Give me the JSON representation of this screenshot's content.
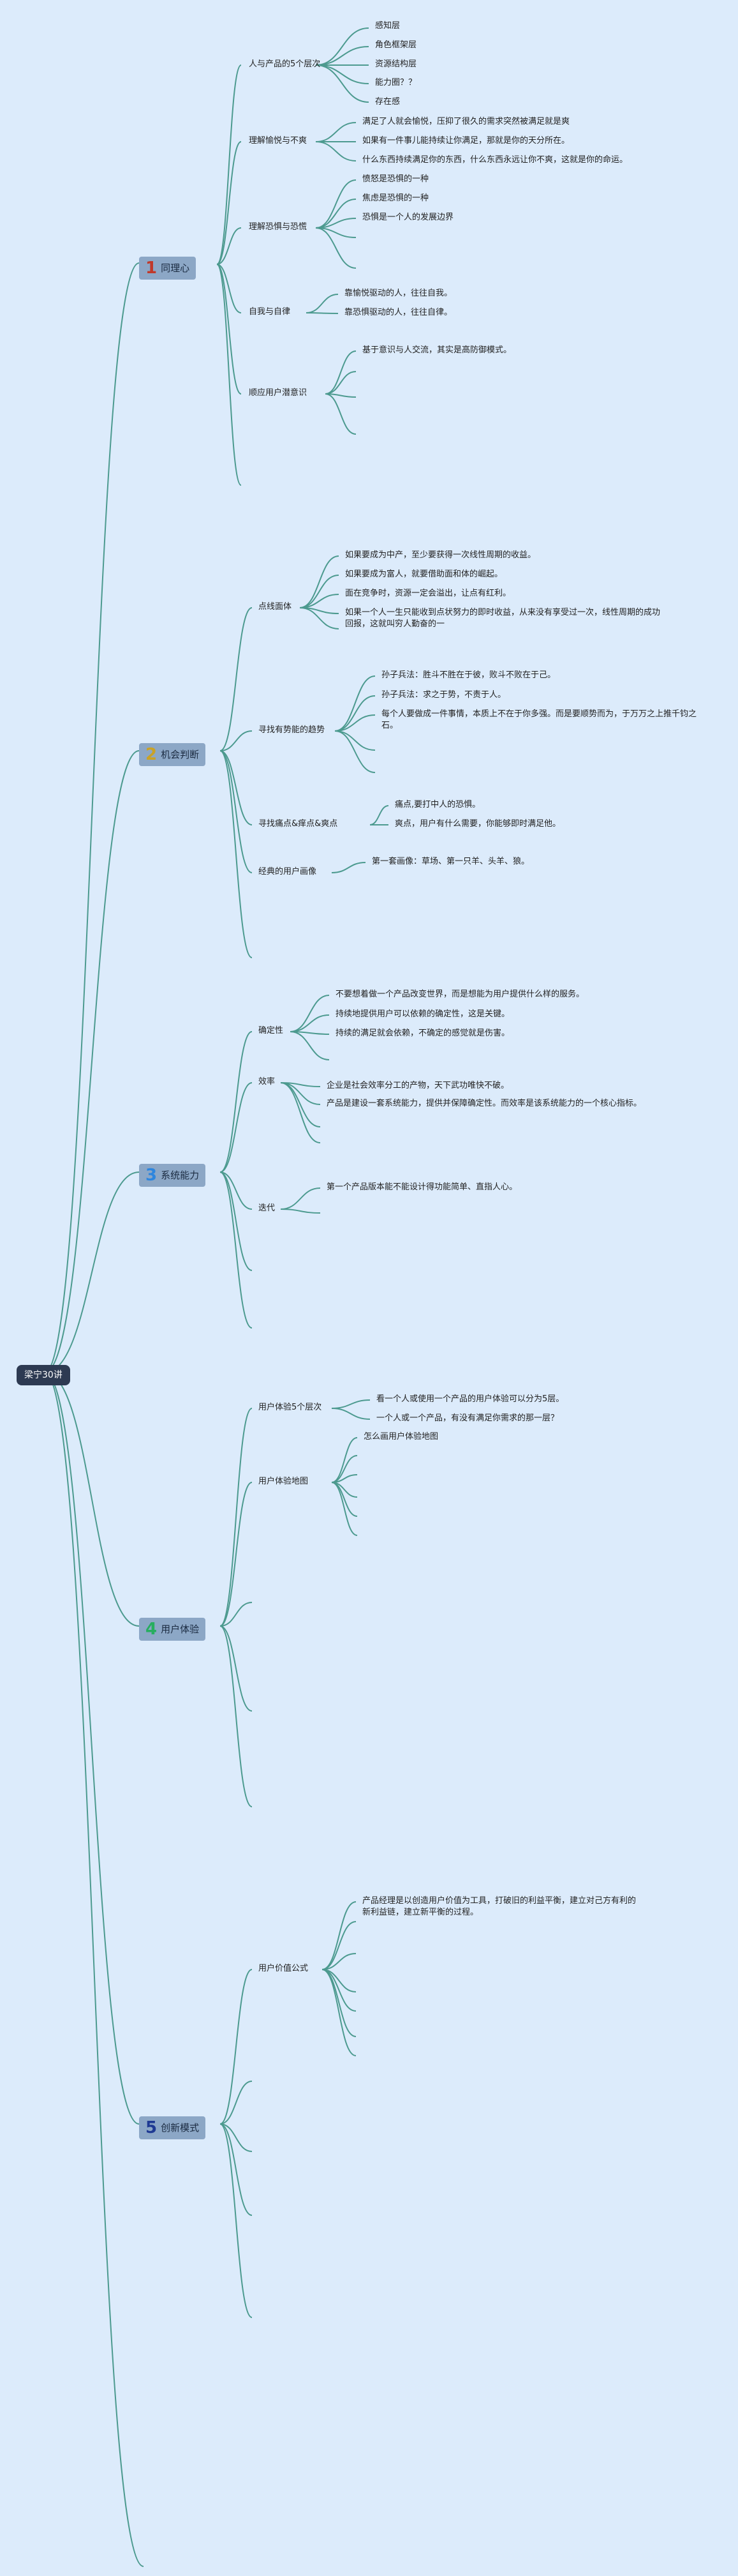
{
  "root": {
    "label": "梁宁30讲"
  },
  "branches": [
    {
      "number": "1",
      "label": "同理心",
      "color": "#c0392b",
      "topics": [
        {
          "label": "人与产品的5个层次",
          "leaves": [
            "感知层",
            "角色框架层",
            "资源结构层",
            "能力圈？？",
            "存在感"
          ]
        },
        {
          "label": "理解愉悦与不爽",
          "leaves": [
            "满足了人就会愉悦，压抑了很久的需求突然被满足就是爽",
            "如果有一件事儿能持续让你满足，那就是你的天分所在。",
            "什么东西持续满足你的东西，什么东西永远让你不爽，这就是你的命运。"
          ]
        },
        {
          "label": "理解恐惧与恐慌",
          "leaves": [
            "愤怒是恐惧的一种",
            "焦虑是恐惧的一种",
            "恐惧是一个人的发展边界"
          ]
        },
        {
          "label": "自我与自律",
          "leaves": [
            "靠愉悦驱动的人，往往自我。",
            "靠恐惧驱动的人，往往自律。"
          ]
        },
        {
          "label": "顺应用户潜意识",
          "leaves": [
            "基于意识与人交流，其实是高防御模式。"
          ]
        }
      ]
    },
    {
      "number": "2",
      "label": "机会判断",
      "color": "#c9a227",
      "topics": [
        {
          "label": "点线面体",
          "leaves": [
            "如果要成为中产，至少要获得一次线性周期的收益。",
            "如果要成为富人，就要借助面和体的崛起。",
            "面在竞争时，资源一定会溢出，让点有红利。",
            "如果一个人一生只能收到点状努力的即时收益，从来没有享受过一次，线性周期的成功回报，这就叫穷人勤奋的一"
          ]
        },
        {
          "label": "寻找有势能的趋势",
          "leaves": [
            "孙子兵法：胜斗不胜在于彼，败斗不败在于己。",
            "孙子兵法：求之于势，不责于人。",
            "每个人要做成一件事情，本质上不在于你多强。而是要顺势而为，于万万之上推千钧之石。"
          ]
        },
        {
          "label": "寻找痛点&痒点&爽点",
          "leaves": [
            "痛点,要打中人的恐惧。",
            "爽点，用户有什么需要，你能够即时满足他。"
          ]
        },
        {
          "label": "经典的用户画像",
          "leaves": [
            "第一套画像：草场、第一只羊、头羊、狼。"
          ]
        }
      ]
    },
    {
      "number": "3",
      "label": "系统能力",
      "color": "#2e86de",
      "topics": [
        {
          "label": "确定性",
          "leaves": [
            "不要想着做一个产品改变世界，而是想能为用户提供什么样的服务。",
            "持续地提供用户可以依赖的确定性，这是关键。",
            "持续的满足就会依赖，不确定的感觉就是伤害。"
          ]
        },
        {
          "label": "效率",
          "leaves": [
            "企业是社会效率分工的产物，天下武功唯快不破。",
            "产品是建设一套系统能力，提供并保障确定性。而效率是该系统能力的一个核心指标。"
          ]
        },
        {
          "label": "迭代",
          "leaves": [
            "第一个产品版本能不能设计得功能简单、直指人心。"
          ]
        }
      ]
    },
    {
      "number": "4",
      "label": "用户体验",
      "color": "#27ae60",
      "topics": [
        {
          "label": "用户体验5个层次",
          "leaves": [
            "看一个人或使用一个产品的用户体验可以分为5层。",
            "一个人或一个产品，有没有满足你需求的那一层？"
          ]
        },
        {
          "label": "用户体验地图",
          "leaves": [
            "怎么画用户体验地图"
          ]
        }
      ]
    },
    {
      "number": "5",
      "label": "创新模式",
      "color": "#1f3a93",
      "topics": [
        {
          "label": "用户价值公式",
          "leaves": [
            "产品经理是以创造用户价值为工具，打破旧的利益平衡，建立对己方有利的新利益链，建立新平衡的过程。"
          ]
        }
      ]
    }
  ]
}
